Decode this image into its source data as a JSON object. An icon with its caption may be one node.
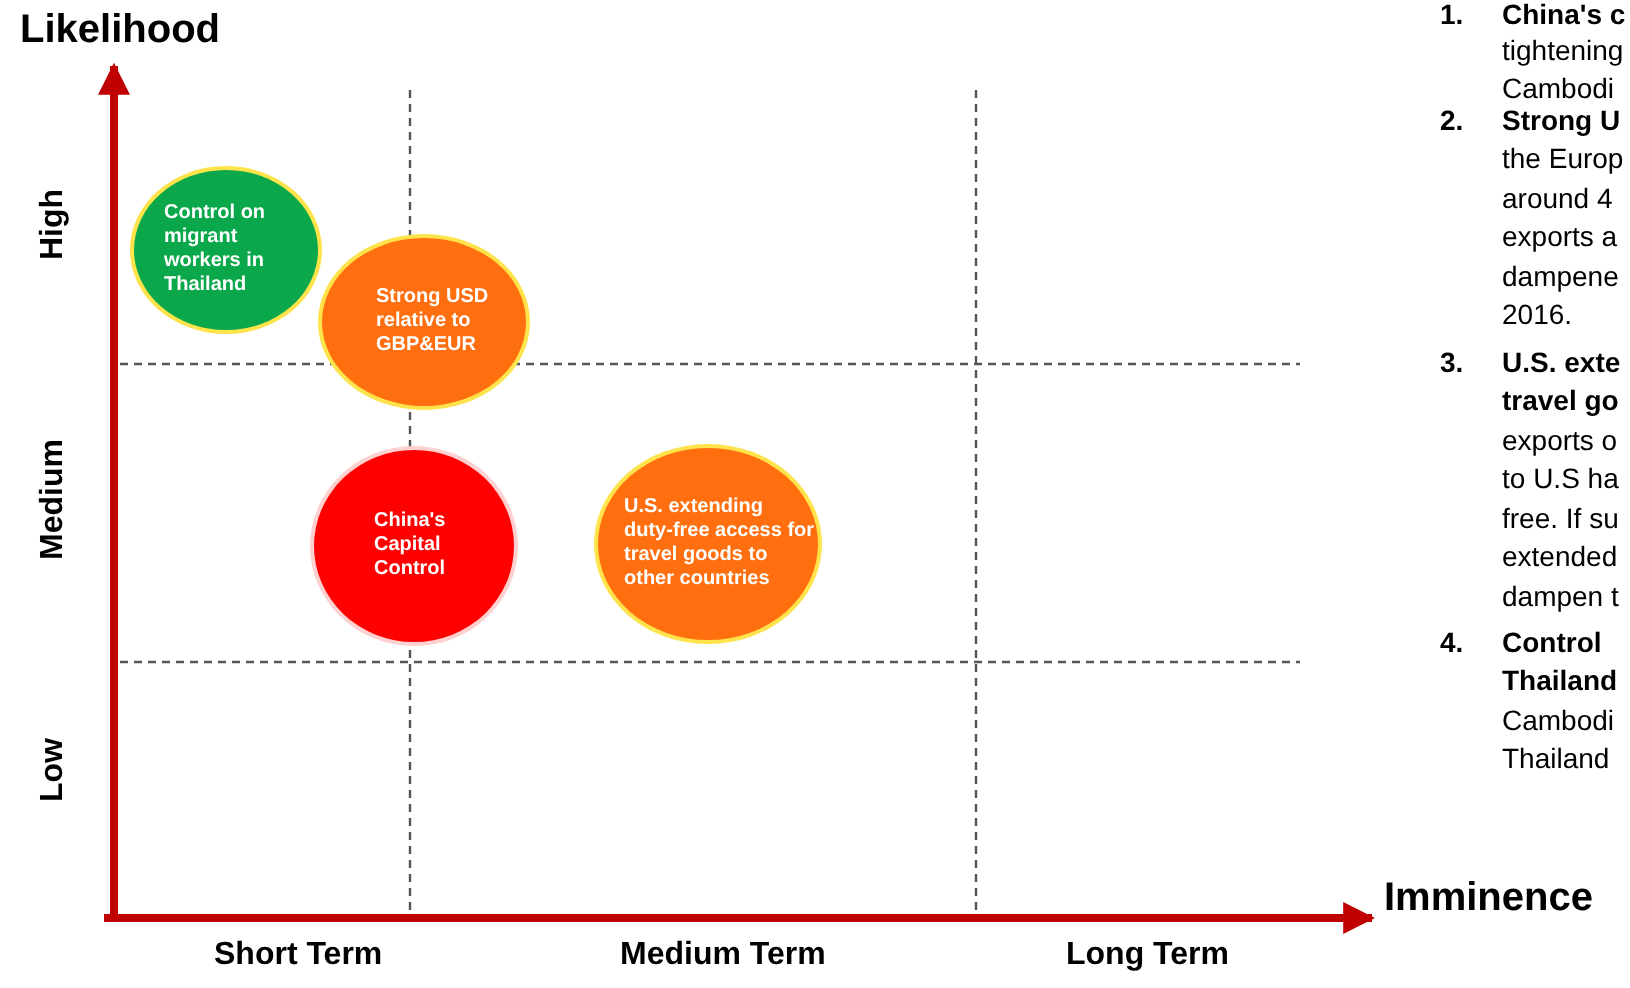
{
  "diagram": {
    "nodes": [
      {
        "text": [
          "Control on migrant workers in Thailand"
        ]
      },
      {
        "text": [
          "Strong USD relative to GBP&EUR"
        ]
      },
      {
        "text": [
          "China's Capital Control"
        ]
      },
      {
        "text": [
          "U.S. extending duty-free access for travel goods to other countries"
        ]
      }
    ],
    "edges": [],
    "labels": [
      "Likelihood",
      "High",
      "Medium",
      "Low",
      "Imminence",
      "Short Term",
      "Medium Term",
      "Long Term",
      "1.",
      "China's c",
      "tightening",
      "Cambodi",
      "2.",
      "Strong U",
      "the Europ",
      "around 4",
      "exports a",
      "dampene",
      "2016.",
      "3.",
      "U.S. exte",
      "travel go",
      "exports o",
      "to U.S ha",
      "free. If su",
      "extended",
      "dampen t",
      "4.",
      "Control",
      "Thailand",
      "Cambodi",
      "Thailand"
    ]
  }
}
